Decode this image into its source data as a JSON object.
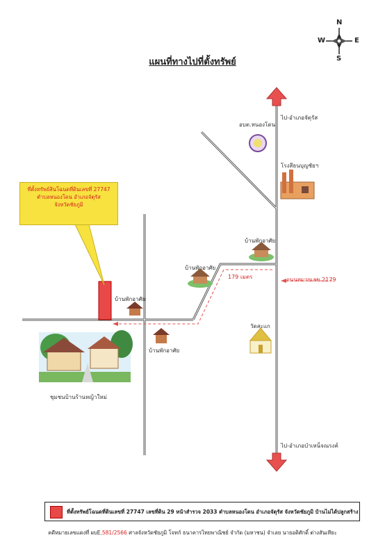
{
  "title": "แผนที่ทางไปที่ตั้งทรัพย์",
  "compass": {
    "n": "N",
    "s": "S",
    "e": "E",
    "w": "W"
  },
  "callout": {
    "line1": "ที่ตั้งทรัพย์สินโฉนดที่ดินเลขที่ 27747",
    "line2": "ตำบลหนองโดน อำเภอจัตุรัส",
    "line3": "จังหวัดชัยภูมิ"
  },
  "labels": {
    "to_jaturat": "ไป-อำเภอจัตุรัส",
    "to_bamnet": "ไป-อำเภอบำเหน็จณรงค์",
    "obt": "อบต.หนองโดน",
    "factory": "โรงสีธนบุญชัยฯ",
    "house_right": "บ้านพักอาศัย",
    "house_mid": "บ้านพักอาศัย",
    "house_left": "บ้านพักอาศัย",
    "house_bottom": "บ้านพักอาศัย",
    "temple": "วัดสะแก",
    "village": "ชุมชนบ้านร้านหญ้าใหม่",
    "highway": "ถนนหมายเลข 2179",
    "distance": "179 เมตร"
  },
  "legend": {
    "text": "ที่ตั้งทรัพย์โฉนดที่ดินเลขที่ 27747 เลขที่ดิน 29 หน้าสำรวจ 2033 ตำบลหนองโดน อำเภอจัตุรัส จังหวัดชัยภูมิ บ้านไม่ได้ปลูกสร้าง"
  },
  "footer": {
    "prefix": "คดีหมายเลขแดงที่ ผบE.",
    "case_no": "581/2566",
    "suffix": "ศาลจังหวัดชัยภูมิ โจทก์ ธนาคารไทยพาณิชย์ จำกัด (มหาชน) จำเลย นายอดิศักดิ์ ต่างสันเทียะ"
  },
  "colors": {
    "arrow": "#e8504f",
    "property": "#e94848",
    "callout": "#f7e240",
    "route": "#e05050"
  }
}
